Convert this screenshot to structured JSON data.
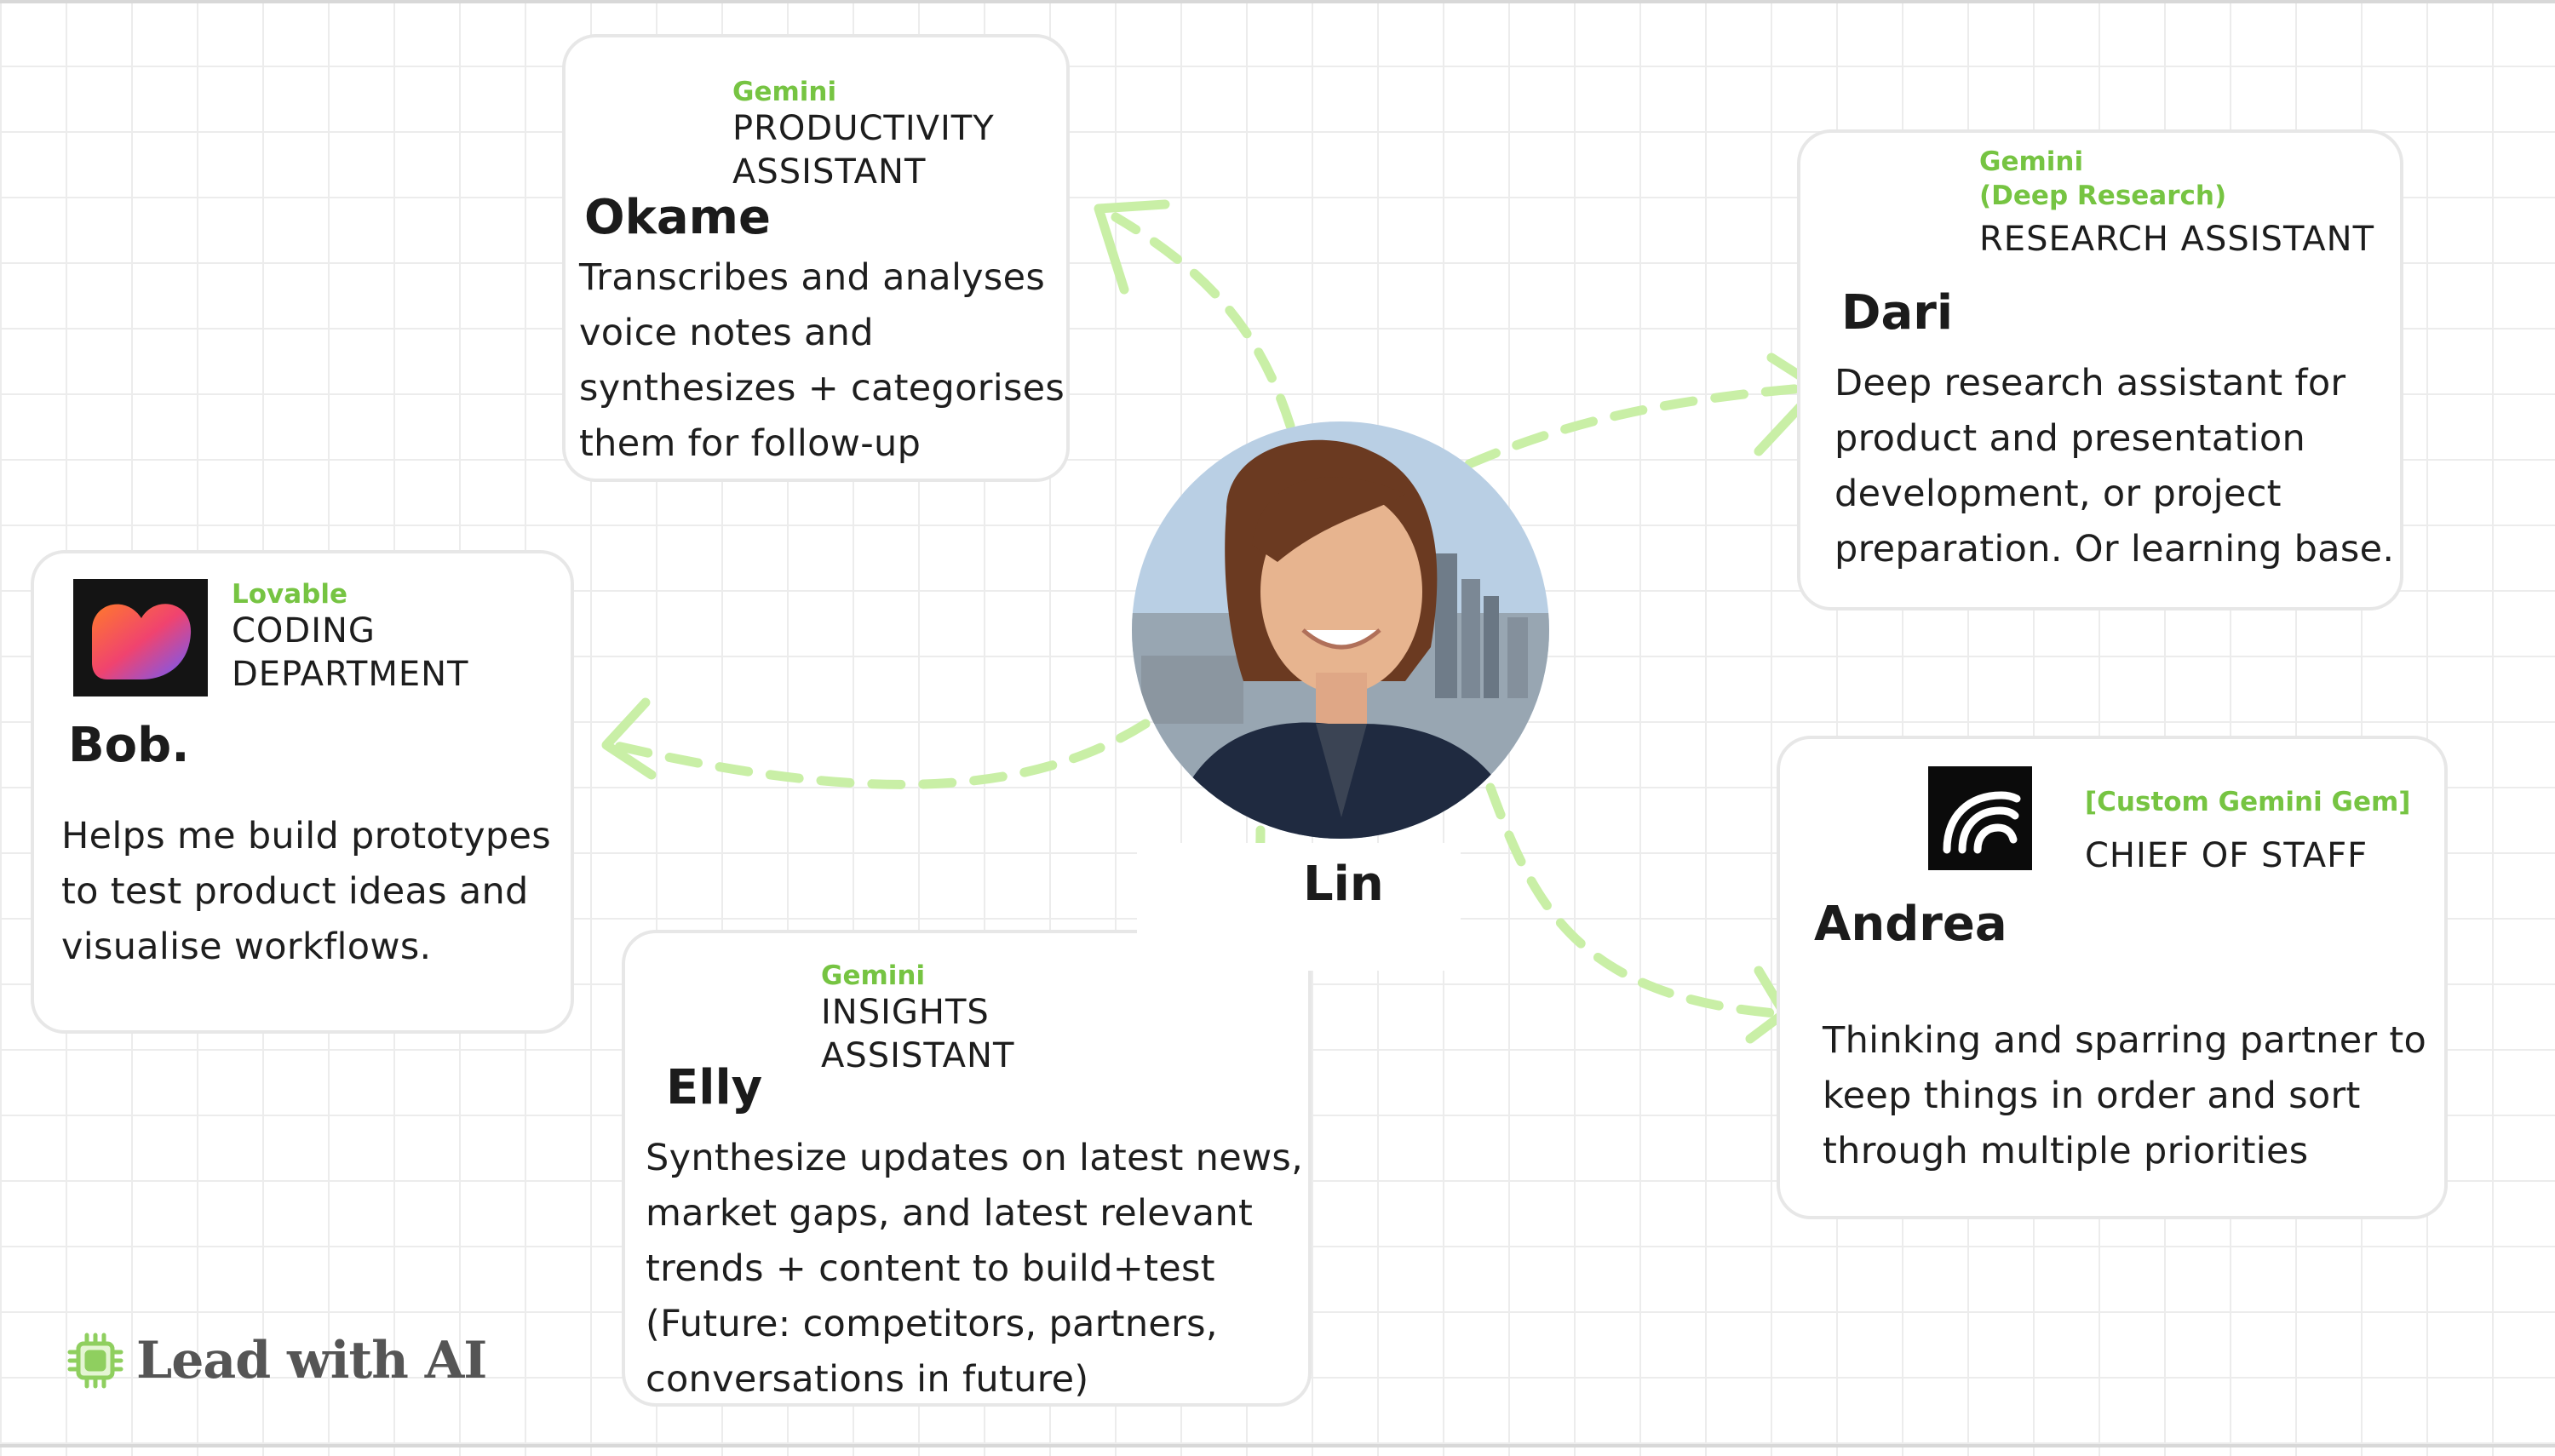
{
  "center": {
    "name": "Lin"
  },
  "cards": [
    {
      "id": "okame",
      "source": "Gemini",
      "role_lines": [
        "PRODUCTIVITY",
        "ASSISTANT"
      ],
      "name": "Okame",
      "description_lines": [
        "Transcribes and analyses",
        "voice notes and",
        "synthesizes + categorises",
        "them for follow-up"
      ]
    },
    {
      "id": "dari",
      "source_lines": [
        "Gemini",
        "(Deep Research)"
      ],
      "role": "RESEARCH ASSISTANT",
      "name": "Dari",
      "description_lines": [
        "Deep research assistant for",
        "product and presentation",
        "development, or project",
        "preparation. Or learning base."
      ]
    },
    {
      "id": "bob",
      "source": "Lovable",
      "role_lines": [
        "CODING",
        "DEPARTMENT"
      ],
      "name": "Bob.",
      "description_lines": [
        "Helps me build prototypes",
        "to test product ideas and",
        "visualise workflows."
      ]
    },
    {
      "id": "elly",
      "source": "Gemini",
      "role_lines": [
        "INSIGHTS",
        "ASSISTANT"
      ],
      "name": "Elly",
      "description_lines": [
        "Synthesize updates on latest news,",
        "market gaps, and latest relevant",
        "trends + content to build+test",
        "(Future: competitors, partners,",
        "conversations in future)"
      ]
    },
    {
      "id": "andrea",
      "source": "[Custom Gemini Gem]",
      "role": "CHIEF OF STAFF",
      "name": "Andrea",
      "description_lines": [
        "Thinking and sparring partner to",
        "keep things in order and sort",
        "through multiple priorities"
      ]
    }
  ],
  "logo": {
    "text": "Lead with AI"
  },
  "colors": {
    "accent_green": "#76c442",
    "arrow_green": "#c9efa6",
    "gemini_blue": "#4a7cf0",
    "gemini_purple": "#b7a3f0"
  },
  "icons": [
    "gemini-star-icon",
    "lovable-heart-icon",
    "custom-gem-icon",
    "chip-icon"
  ]
}
